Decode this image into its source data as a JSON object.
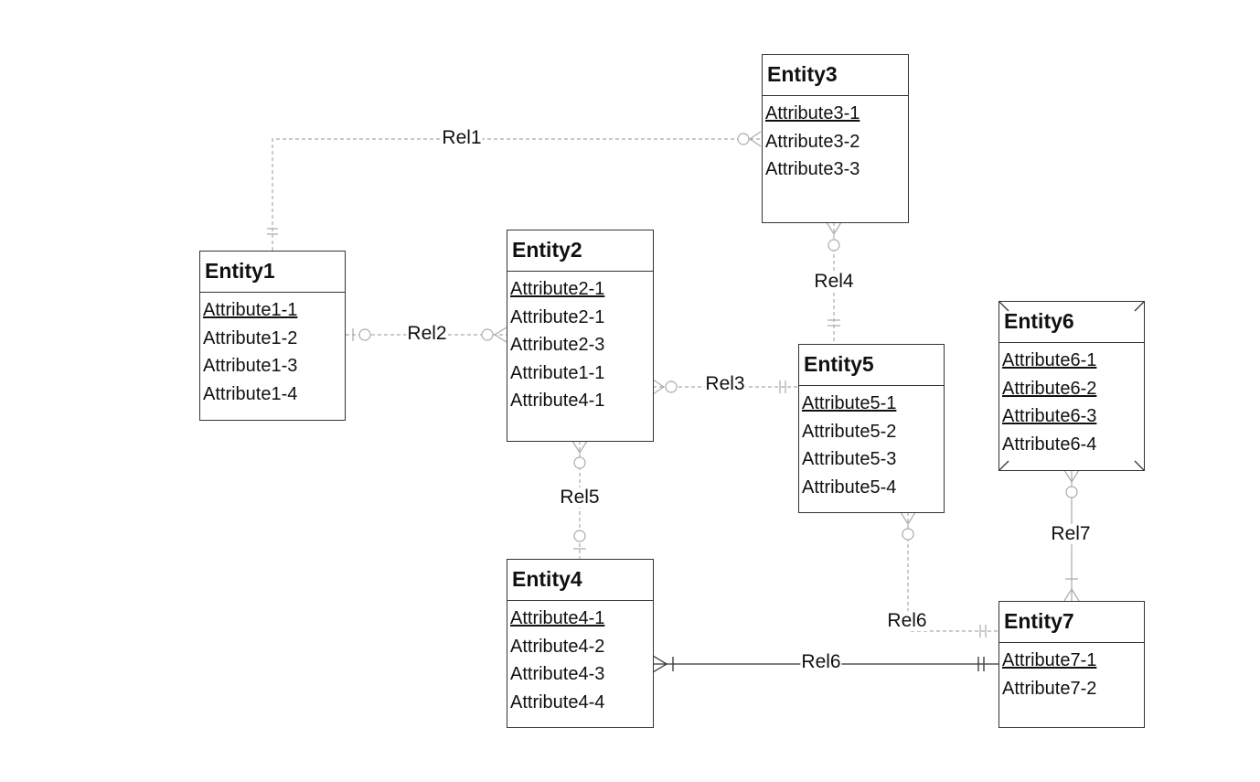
{
  "entities": {
    "e1": {
      "name": "Entity1",
      "attributes": [
        "Attribute1-1",
        "Attribute1-2",
        "Attribute1-3",
        "Attribute1-4"
      ]
    },
    "e2": {
      "name": "Entity2",
      "attributes": [
        "Attribute2-1",
        "Attribute2-1",
        "Attribute2-3",
        "Attribute1-1",
        "Attribute4-1"
      ]
    },
    "e3": {
      "name": "Entity3",
      "attributes": [
        "Attribute3-1",
        "Attribute3-2",
        "Attribute3-3"
      ]
    },
    "e4": {
      "name": "Entity4",
      "attributes": [
        "Attribute4-1",
        "Attribute4-2",
        "Attribute4-3",
        "Attribute4-4"
      ]
    },
    "e5": {
      "name": "Entity5",
      "attributes": [
        "Attribute5-1",
        "Attribute5-2",
        "Attribute5-3",
        "Attribute5-4"
      ]
    },
    "e6": {
      "name": "Entity6",
      "attributes": [
        "Attribute6-1",
        "Attribute6-2",
        "Attribute6-3",
        "Attribute6-4"
      ]
    },
    "e7": {
      "name": "Entity7",
      "attributes": [
        "Attribute7-1",
        "Attribute7-2"
      ]
    }
  },
  "keys": {
    "e1": [
      0
    ],
    "e2": [
      0
    ],
    "e3": [
      0
    ],
    "e4": [
      0
    ],
    "e5": [
      0
    ],
    "e6": [
      0,
      1,
      2
    ],
    "e7": [
      0
    ]
  },
  "relationships": {
    "rel1": {
      "label": "Rel1",
      "from": "Entity1",
      "to": "Entity3",
      "from_card": "one",
      "to_card": "zero-or-many",
      "style": "dashed"
    },
    "rel2": {
      "label": "Rel2",
      "from": "Entity1",
      "to": "Entity2",
      "from_card": "zero-or-one",
      "to_card": "zero-or-many",
      "style": "dashed"
    },
    "rel3": {
      "label": "Rel3",
      "from": "Entity2",
      "to": "Entity5",
      "from_card": "zero-or-many",
      "to_card": "one",
      "style": "dashed"
    },
    "rel4": {
      "label": "Rel4",
      "from": "Entity3",
      "to": "Entity5",
      "from_card": "zero-or-many",
      "to_card": "one",
      "style": "dashed"
    },
    "rel5": {
      "label": "Rel5",
      "from": "Entity2",
      "to": "Entity4",
      "from_card": "zero-or-many",
      "to_card": "zero-or-one",
      "style": "dashed"
    },
    "rel6a": {
      "label": "Rel6",
      "from": "Entity5",
      "to": "Entity7",
      "from_card": "zero-or-many",
      "to_card": "one",
      "style": "dashed"
    },
    "rel6b": {
      "label": "Rel6",
      "from": "Entity4",
      "to": "Entity7",
      "from_card": "one-or-many",
      "to_card": "one",
      "style": "solid"
    },
    "rel7": {
      "label": "Rel7",
      "from": "Entity6",
      "to": "Entity7",
      "from_card": "zero-or-many",
      "to_card": "one-or-many",
      "style": "solid"
    }
  },
  "colors": {
    "line": "#333333",
    "dashed_line": "#aaaaaa",
    "text": "#111111"
  }
}
